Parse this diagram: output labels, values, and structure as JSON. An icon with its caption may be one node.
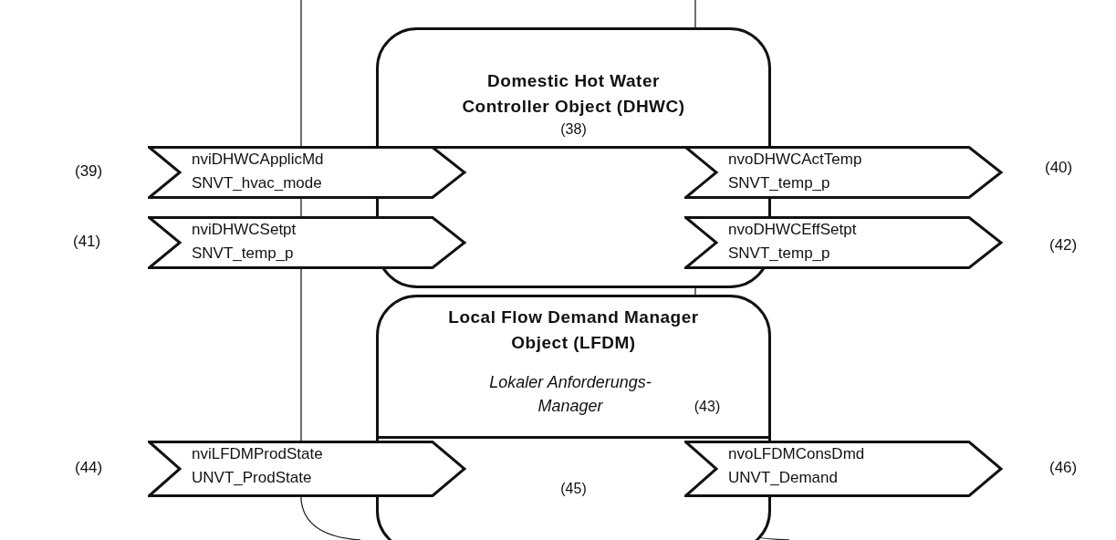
{
  "diagram": {
    "nodes": [
      {
        "text": [
          "Domestic Hot Water Controller Object (DHWC)",
          "(38)"
        ]
      },
      {
        "text": [
          "nviDHWCApplicMd",
          "SNVT_hvac_mode"
        ],
        "beside": [
          "(39)"
        ]
      },
      {
        "text": [
          "nvoDHWCActTemp",
          "SNVT_temp_p"
        ],
        "beside": [
          "(40)"
        ]
      },
      {
        "text": [
          "nviDHWCSetpt",
          "SNVT_temp_p"
        ],
        "beside": [
          "(41)"
        ]
      },
      {
        "text": [
          "nvoDHWCEffSetpt",
          "SNVT_temp_p"
        ],
        "beside": [
          "(42)"
        ]
      },
      {
        "text": [
          "Local Flow Demand Manager Object (LFDM)",
          "Lokaler Anforderungs- Manager",
          "(43)",
          "(45)"
        ]
      },
      {
        "text": [
          "nviLFDMProdState",
          "UNVT_ProdState"
        ],
        "beside": [
          "(44)"
        ]
      },
      {
        "text": [
          "nvoLFDMConsDmd",
          "UNVT_Demand"
        ],
        "beside": [
          "(46)"
        ]
      }
    ]
  }
}
